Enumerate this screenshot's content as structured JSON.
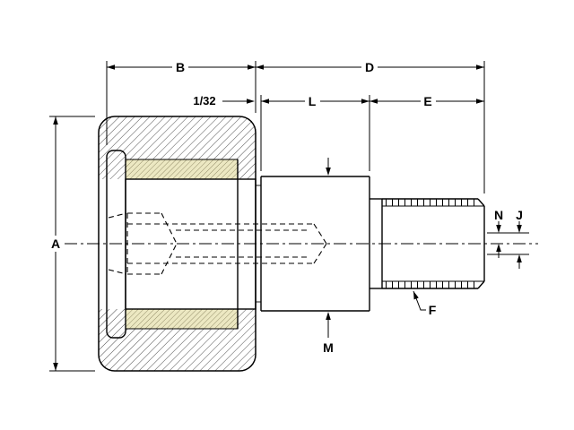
{
  "diagram": {
    "type": "technical-dimension-drawing",
    "subject": "Stud-type cam follower cross-section with dimension callouts",
    "background": "#ffffff",
    "line_color": "#000000",
    "seal_color": "#ece8c2"
  },
  "labels": {
    "A": "A",
    "B": "B",
    "D": "D",
    "E": "E",
    "F": "F",
    "J": "J",
    "L": "L",
    "M": "M",
    "N": "N",
    "gap": "1/32"
  }
}
